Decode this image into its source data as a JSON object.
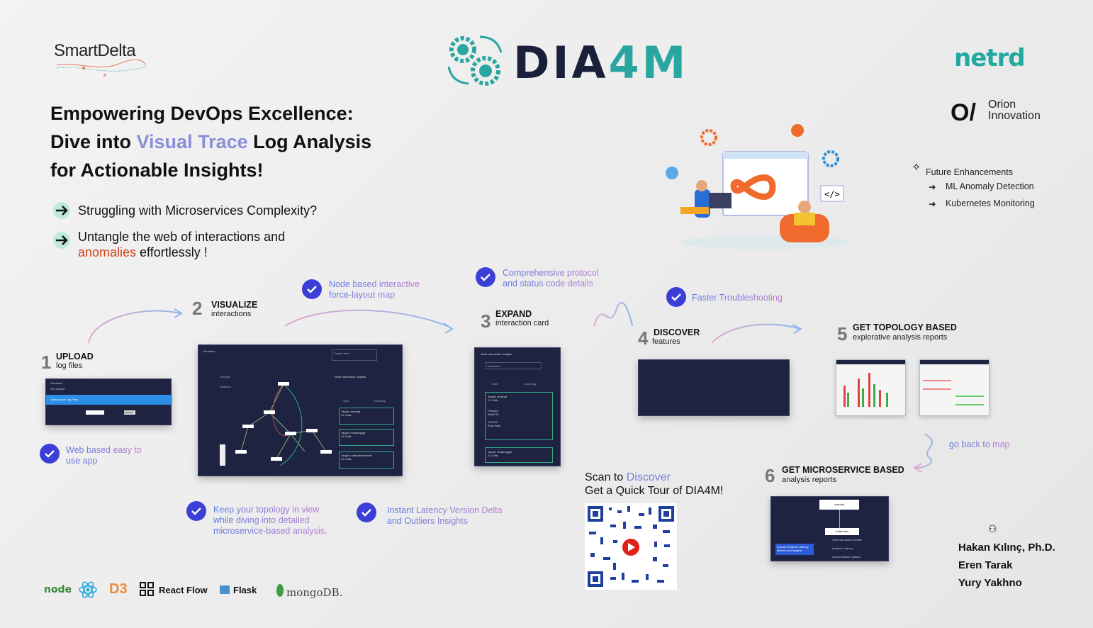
{
  "brand": {
    "smartdelta": "SmartDelta",
    "title_a": "DIA",
    "title_b": "4M",
    "netrd": "netrd",
    "orion_line1": "Orion",
    "orion_line2": "Innovation"
  },
  "headline": {
    "line1": "Empowering DevOps Excellence:",
    "line2_pre": "Dive into ",
    "line2_hl": "Visual Trace",
    "line2_post": " Log Analysis",
    "line3": "for Actionable Insights!"
  },
  "bullets": {
    "b1": "Struggling with Microservices Complexity?",
    "b2_line1": "Untangle the web of interactions and",
    "b2_red": "anomalies",
    "b2_rest": " effortlessly !"
  },
  "future": {
    "title": "Future Enhancements",
    "items": [
      "ML Anomaly Detection",
      "Kubernetes Monitoring"
    ]
  },
  "steps": [
    {
      "num": "1",
      "title": "UPLOAD",
      "sub": "log files"
    },
    {
      "num": "2",
      "title": "VISUALIZE",
      "sub": "interactions"
    },
    {
      "num": "3",
      "title": "EXPAND",
      "sub": "interaction card"
    },
    {
      "num": "4",
      "title": "DISCOVER",
      "sub": "features"
    },
    {
      "num": "5",
      "title": "GET TOPOLOGY BASED",
      "sub": "explorative analysis reports"
    },
    {
      "num": "6",
      "title": "GET MICROSERVICE  BASED",
      "sub": "analysis  reports"
    }
  ],
  "notes": {
    "web": [
      "Web based easy to",
      "use app"
    ],
    "node": [
      "Node based interactive",
      "force-layout map"
    ],
    "protocol": [
      "Comprehensive protocol",
      "and status code details"
    ],
    "trouble": "Faster Troubleshooting",
    "keep": [
      "Keep your topology in view",
      "while diving into detailed",
      "microservice-based analysis."
    ],
    "latency": [
      "Instant Latency Version Delta",
      "and Outliers Insights"
    ],
    "goback": "go back to map"
  },
  "screens": {
    "upload_title": "Visualizer",
    "upload_sub": "File Upload",
    "upload_banner": "Upload your Log Files",
    "upload_btn": "Upload",
    "viz_title": "Visualizer",
    "viz_search": "Search here",
    "viz_panel": "Node Interaction Insights",
    "viz_sent": "Sent",
    "viz_incoming": "Incoming",
    "viz_card1": "Target: cimchat",
    "viz_card1_sub": "21 Calls",
    "viz_card2": "Target: restamqpge",
    "viz_card2_sub": "21 Calls",
    "viz_card3": "Target: notificationbroker",
    "viz_card3_sub": "21 Calls",
    "viz_strength": "Strength",
    "viz_distance": "Distance",
    "exp_title": "Node Interaction Insights",
    "exp_node": "chatbroker",
    "exp_sent": "Sent",
    "exp_incoming": "Incoming",
    "exp_card1": "Target: cimchat",
    "exp_card1_sub": "21 Calls",
    "exp_protocol": "Protocol",
    "exp_webrtc": "WebRTC",
    "exp_pct": "100.0%",
    "exp_err": "Error Rate",
    "exp_card2": "Target: restamqpge",
    "exp_card2_sub": "21 Calls",
    "micro_top": "cimchat",
    "micro_node": "chatbroker",
    "micro_m1": "View Interaction Details",
    "micro_m2": "Analyze Latency",
    "micro_m3": "Customization Options",
    "micro_tip": "Explore Request Latency Metrics and Insights"
  },
  "scan": {
    "pre": "Scan to ",
    "disc": "Discover",
    "line2": "Get a Quick Tour of DIA4M!"
  },
  "authors": [
    "Hakan Kılınç, Ph.D.",
    "Eren Tarak",
    "Yury Yakhno"
  ],
  "tech": {
    "react_flow": "React Flow",
    "flask": "Flask",
    "mongodb": "mongoDB.",
    "node": "node"
  },
  "colors": {
    "accent": "#3b3fd8",
    "teal": "#2aa6a1",
    "navy": "#1a1f3a",
    "red": "#d1421c",
    "lavender": "#8a8fd8"
  }
}
